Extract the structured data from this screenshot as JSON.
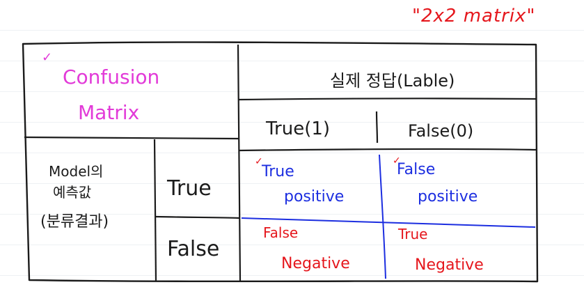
{
  "note": "\"2x2 matrix\"",
  "corner": {
    "check": "✓",
    "line1": "Confusion",
    "line2": "Matrix"
  },
  "header": {
    "actual_label": "실제 정답(Lable)",
    "true_col": "True(1)",
    "false_col": "False(0)"
  },
  "row_header": {
    "line1": "Model의",
    "line2": "예측값",
    "line3": "(분류결과)",
    "true_row": "True",
    "false_row": "False"
  },
  "cells": {
    "tp": {
      "check": "✓",
      "line1": "True",
      "line2": "positive"
    },
    "fp": {
      "check": "✓",
      "line1": "False",
      "line2": "positive"
    },
    "fn": {
      "line1": "False",
      "line2": "Negative"
    },
    "tn": {
      "line1": "True",
      "line2": "Negative"
    }
  },
  "colors": {
    "ink": "#1b1b1b",
    "magenta": "#e23ad8",
    "blue": "#1c2ee0",
    "red": "#e5161c"
  }
}
